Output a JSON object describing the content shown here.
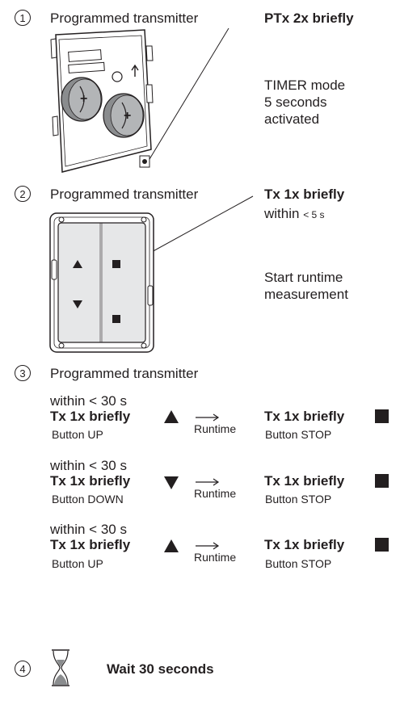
{
  "steps": [
    {
      "number": "1",
      "title": "Programmed transmitter",
      "action": "PTx  2x briefly",
      "description": [
        "TIMER mode",
        "5 seconds",
        "activated"
      ]
    },
    {
      "number": "2",
      "title": "Programmed transmitter",
      "action": "Tx  1x briefly",
      "within_prefix": "within",
      "within_value": "< 5 s",
      "description": [
        "Start runtime",
        "measurement"
      ]
    },
    {
      "number": "3",
      "title": "Programmed transmitter",
      "sequences": [
        {
          "within": "within < 30 s",
          "start_action": "Tx  1x briefly",
          "start_button": "Button UP",
          "arrow_label": "Runtime",
          "stop_action": "Tx  1x briefly",
          "stop_button": "Button STOP"
        },
        {
          "within": "within < 30 s",
          "start_action": "Tx  1x briefly",
          "start_button": "Button DOWN",
          "arrow_label": "Runtime",
          "stop_action": "Tx  1x briefly",
          "stop_button": "Button STOP"
        },
        {
          "within": "within < 30 s",
          "start_action": "Tx  1x briefly",
          "start_button": "Button UP",
          "arrow_label": "Runtime",
          "stop_action": "Tx  1x briefly",
          "stop_button": "Button STOP"
        }
      ]
    },
    {
      "number": "4",
      "action": "Wait 30 seconds"
    }
  ],
  "icons": {
    "battery_module": "transmitter-battery-module",
    "wall_switch": "wall-switch-transmitter",
    "up": "triangle-up-icon",
    "down": "triangle-down-icon",
    "stop": "square-stop-icon",
    "arrow": "arrow-right-icon",
    "wait": "hourglass-icon"
  },
  "colors": {
    "ink": "#231f20",
    "battery": "#8a8c8e",
    "housing": "#e6e7e8"
  }
}
